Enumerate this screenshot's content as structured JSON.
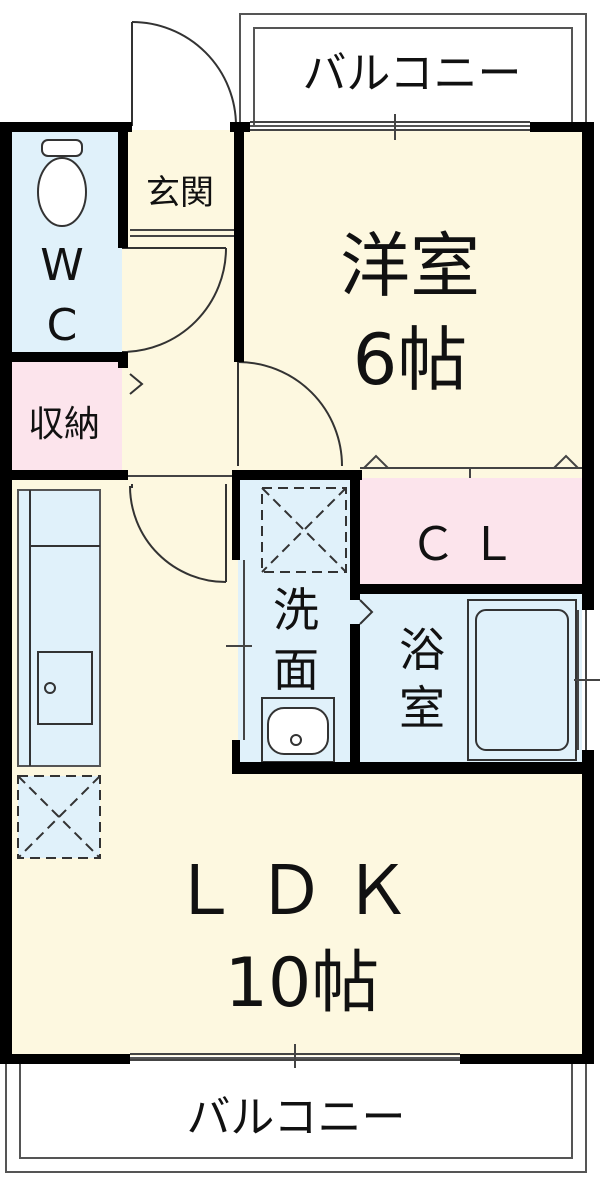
{
  "rooms": {
    "balcony_top": "バルコニー",
    "balcony_bottom": "バルコニー",
    "entrance": "玄関",
    "wc_line1": "W",
    "wc_line2": "C",
    "storage": "収納",
    "western_room_name": "洋室",
    "western_room_size": "6帖",
    "closet": "ＣＬ",
    "washroom_line1": "洗",
    "washroom_line2": "面",
    "bathroom_line1": "浴",
    "bathroom_line2": "室",
    "ldk_name": "ＬＤＫ",
    "ldk_size": "10帖"
  },
  "colors": {
    "wall": "#000000",
    "western_room_fill": "#fdf8e0",
    "ldk_fill": "#fdf8e0",
    "wc_fill": "#e0f1fa",
    "washroom_fill": "#e0f1fa",
    "bathroom_fill": "#e0f1fa",
    "kitchen_fill": "#e0f1fa",
    "storage_fill": "#fce4ec",
    "closet_fill": "#fce4ec",
    "entrance_fill": "#fdf8e0",
    "balcony_fill": "#ffffff"
  }
}
